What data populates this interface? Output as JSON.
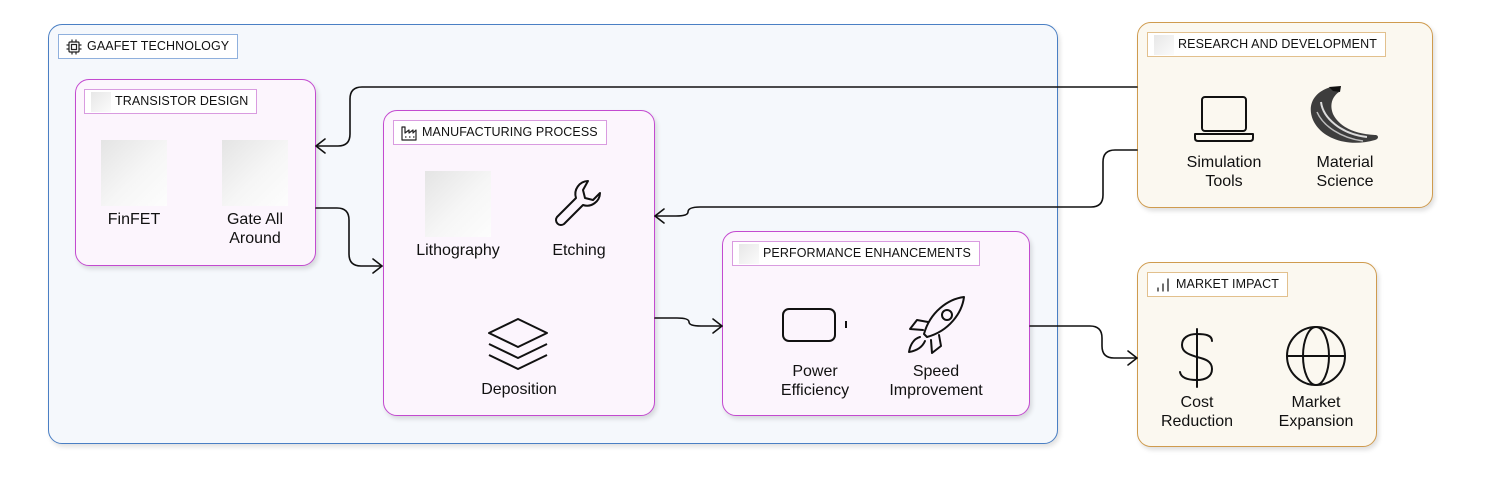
{
  "groups": {
    "gaafet": {
      "title": "GAAFET TECHNOLOGY",
      "icon": "chip-icon"
    },
    "transistor": {
      "title": "TRANSISTOR DESIGN",
      "icon": "placeholder-icon"
    },
    "manufacturing": {
      "title": "MANUFACTURING PROCESS",
      "icon": "factory-icon"
    },
    "performance": {
      "title": "PERFORMANCE ENHANCEMENTS",
      "icon": "placeholder-icon"
    },
    "research": {
      "title": "RESEARCH AND DEVELOPMENT",
      "icon": "placeholder-icon"
    },
    "market": {
      "title": "MARKET IMPACT",
      "icon": "bar-chart-icon"
    }
  },
  "nodes": {
    "finfet": {
      "label": "FinFET",
      "icon": "placeholder-image"
    },
    "gate_all_around": {
      "label": "Gate All\nAround",
      "icon": "placeholder-image"
    },
    "lithography": {
      "label": "Lithography",
      "icon": "placeholder-image"
    },
    "etching": {
      "label": "Etching",
      "icon": "wrench-icon"
    },
    "deposition": {
      "label": "Deposition",
      "icon": "layers-icon"
    },
    "power_efficiency": {
      "label": "Power\nEfficiency",
      "icon": "battery-icon"
    },
    "speed_improvement": {
      "label": "Speed\nImprovement",
      "icon": "rocket-icon"
    },
    "simulation_tools": {
      "label": "Simulation\nTools",
      "icon": "laptop-icon"
    },
    "material_science": {
      "label": "Material\nScience",
      "icon": "horn-icon"
    },
    "cost_reduction": {
      "label": "Cost\nReduction",
      "icon": "dollar-icon"
    },
    "market_expansion": {
      "label": "Market\nExpansion",
      "icon": "globe-icon"
    }
  },
  "edges": [
    {
      "from": "research",
      "to": "transistor"
    },
    {
      "from": "research",
      "to": "manufacturing"
    },
    {
      "from": "transistor",
      "to": "manufacturing"
    },
    {
      "from": "manufacturing",
      "to": "performance"
    },
    {
      "from": "performance",
      "to": "market"
    }
  ],
  "colors": {
    "outer_border": "#4a7fc4",
    "outer_fill": "#f5f8fc",
    "inner_border": "#c34ad0",
    "inner_fill": "#fcf5fd",
    "side_border": "#cf9b4e",
    "side_fill": "#fbf8f0",
    "edge": "#111111"
  }
}
